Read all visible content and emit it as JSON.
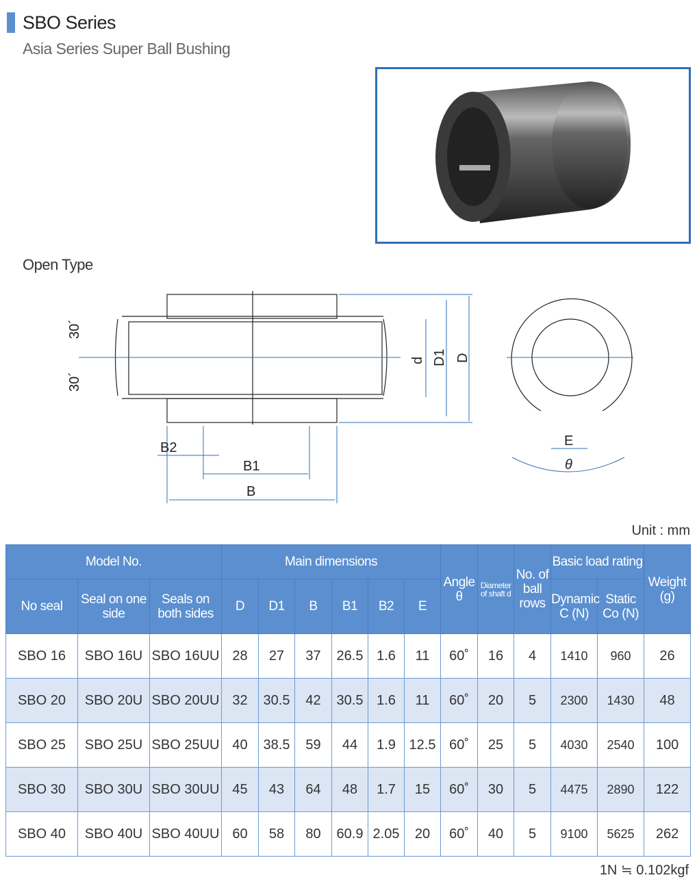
{
  "header": {
    "title": "SBO Series",
    "subtitle": "Asia Series Super Ball Bushing"
  },
  "section_label": "Open Type",
  "drawing_labels": {
    "angle_top": "30´",
    "angle_bottom": "30´",
    "d": "d",
    "D1": "D1",
    "D": "D",
    "B2": "B2",
    "B1": "B1",
    "B": "B",
    "E": "E",
    "theta": "θ"
  },
  "unit": "Unit : mm",
  "table": {
    "group_headers": {
      "model": "Model No.",
      "main": "Main dimensions",
      "angle": "Angle θ",
      "shaft": "Diameter of shaft d",
      "rows": "No. of ball rows",
      "load": "Basic load rating",
      "weight": "Weight (g)"
    },
    "columns": {
      "no_seal": "No seal",
      "one_side": "Seal on one side",
      "both_sides": "Seals on both sides",
      "D": "D",
      "D1": "D1",
      "B": "B",
      "B1": "B1",
      "B2": "B2",
      "E": "E",
      "dynamic": "Dynamic C (N)",
      "static": "Static Co (N)"
    },
    "rows": [
      [
        "SBO 16",
        "SBO 16U",
        "SBO 16UU",
        "28",
        "27",
        "37",
        "26.5",
        "1.6",
        "11",
        "60˚",
        "16",
        "4",
        "1410",
        "960",
        "26"
      ],
      [
        "SBO 20",
        "SBO 20U",
        "SBO 20UU",
        "32",
        "30.5",
        "42",
        "30.5",
        "1.6",
        "11",
        "60˚",
        "20",
        "5",
        "2300",
        "1430",
        "48"
      ],
      [
        "SBO 25",
        "SBO 25U",
        "SBO 25UU",
        "40",
        "38.5",
        "59",
        "44",
        "1.9",
        "12.5",
        "60˚",
        "25",
        "5",
        "4030",
        "2540",
        "100"
      ],
      [
        "SBO 30",
        "SBO 30U",
        "SBO 30UU",
        "45",
        "43",
        "64",
        "48",
        "1.7",
        "15",
        "60˚",
        "30",
        "5",
        "4475",
        "2890",
        "122"
      ],
      [
        "SBO 40",
        "SBO 40U",
        "SBO 40UU",
        "60",
        "58",
        "80",
        "60.9",
        "2.05",
        "20",
        "60˚",
        "40",
        "5",
        "9100",
        "5625",
        "262"
      ]
    ]
  },
  "footnote": "1N ≒ 0.102kgf"
}
